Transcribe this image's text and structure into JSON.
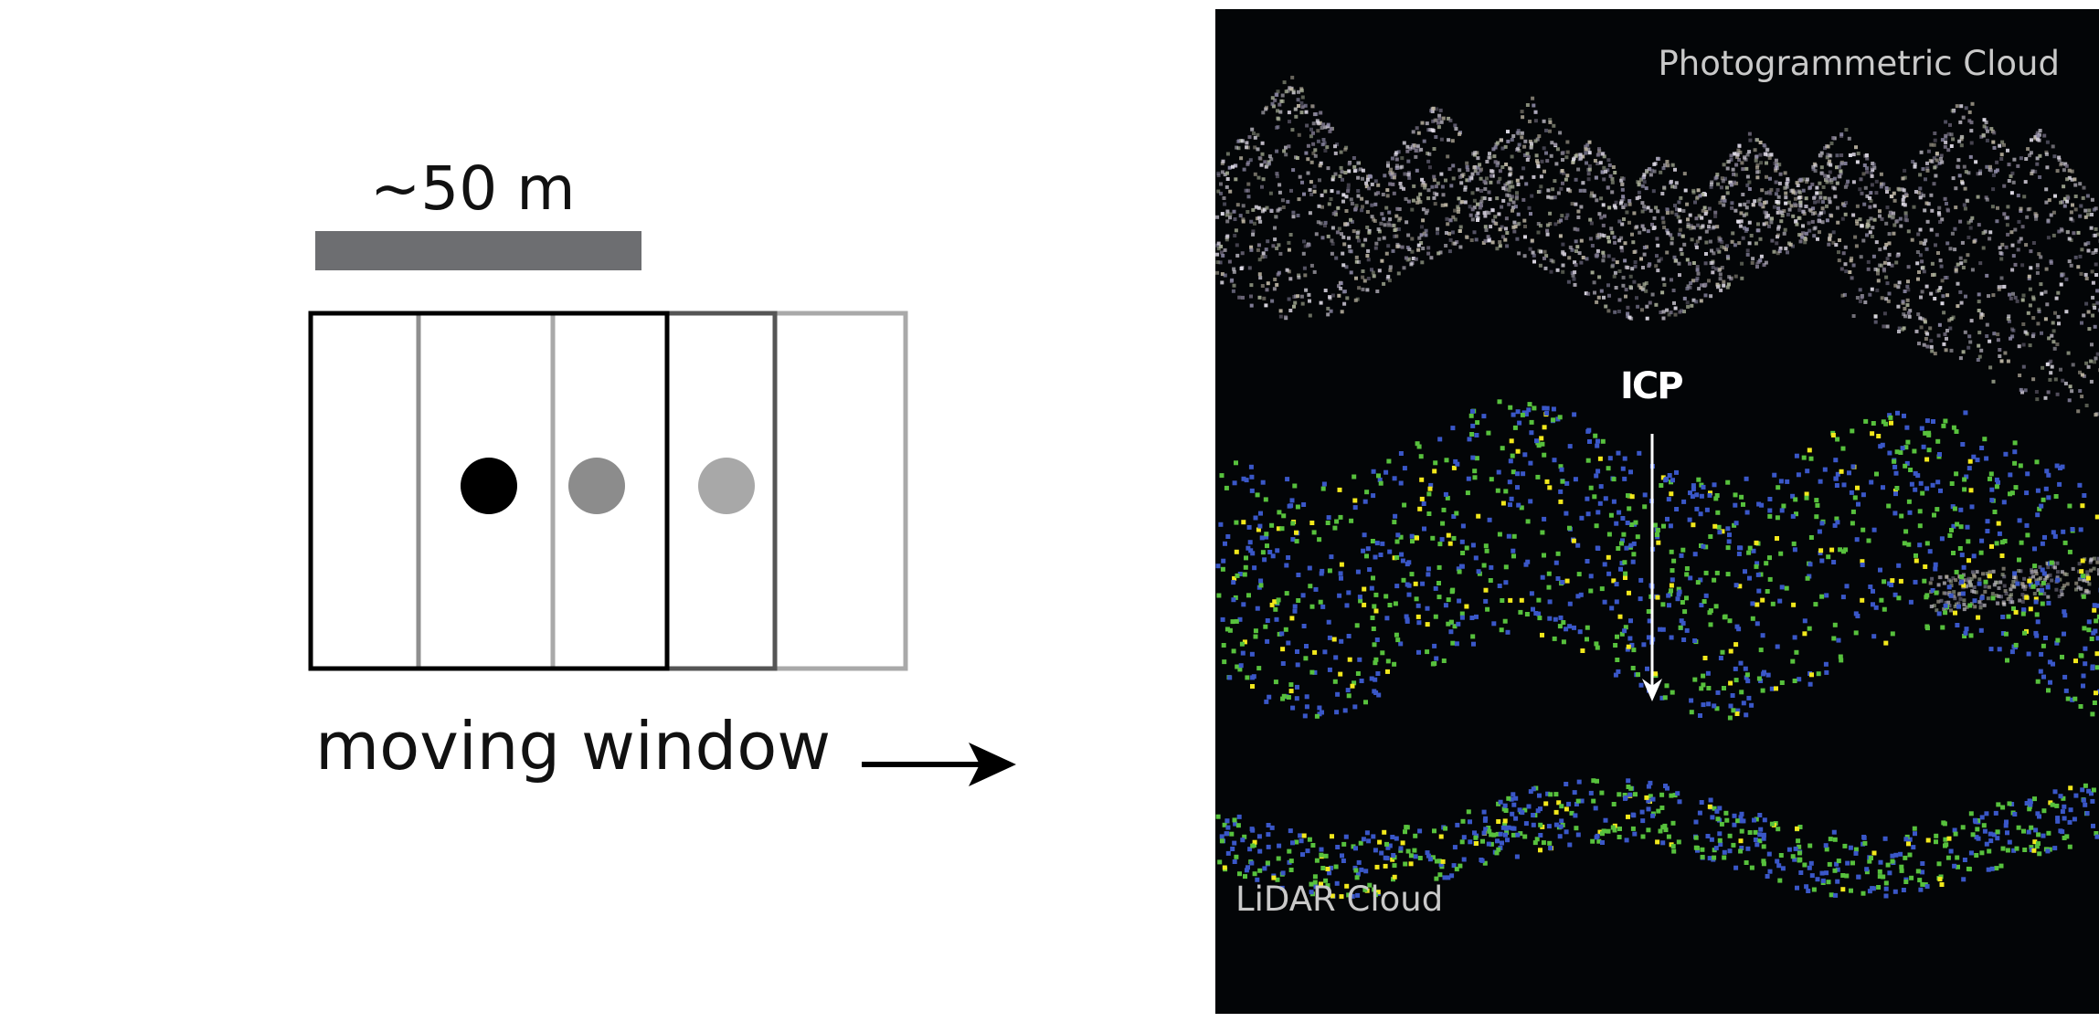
{
  "scale_bar": {
    "label": "~50 m",
    "color": "#6d6e71"
  },
  "moving_window": {
    "label": "moving window",
    "window_colors": [
      "#000000",
      "#555555",
      "#8f8f8f",
      "#a9a9a9"
    ],
    "dot_colors": [
      "#000000",
      "#8c8c8c",
      "#a8a8a8"
    ]
  },
  "point_cloud_panel": {
    "background": "#030507",
    "photogrammetric_label": "Photogrammetric Cloud",
    "lidar_label": "LiDAR Cloud",
    "icp_label": "ICP",
    "lidar_point_colors": [
      "#3a57c8",
      "#57c13d",
      "#f2e81c"
    ],
    "photo_point_colors": [
      "#cfc9d6",
      "#bfb7a5",
      "#8e8aa6",
      "#a9b098",
      "#e7e3ef",
      "#7b7488"
    ]
  }
}
